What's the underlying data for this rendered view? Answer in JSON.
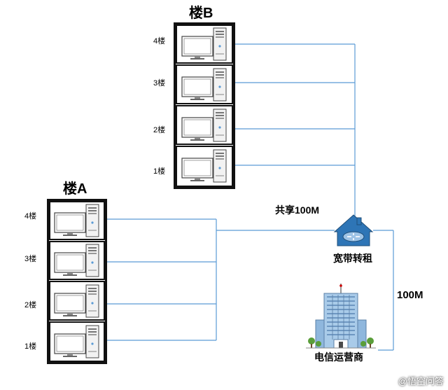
{
  "building_b": {
    "title": "楼B",
    "floors": [
      "4楼",
      "3楼",
      "2楼",
      "1楼"
    ]
  },
  "building_a": {
    "title": "楼A",
    "floors": [
      "4楼",
      "3楼",
      "2楼",
      "1楼"
    ]
  },
  "shared_label": "共享100M",
  "router_label": "宽带转租",
  "uplink_label": "100M",
  "isp_label": "电信运营商",
  "watermark": "@悟空问答",
  "icons": {
    "router": "router-icon",
    "isp": "office-building-icon",
    "computer": "desktop-computer-icon"
  },
  "colors": {
    "wire": "#5b9bd5",
    "frame": "#111111",
    "router": "#2e75b6"
  }
}
